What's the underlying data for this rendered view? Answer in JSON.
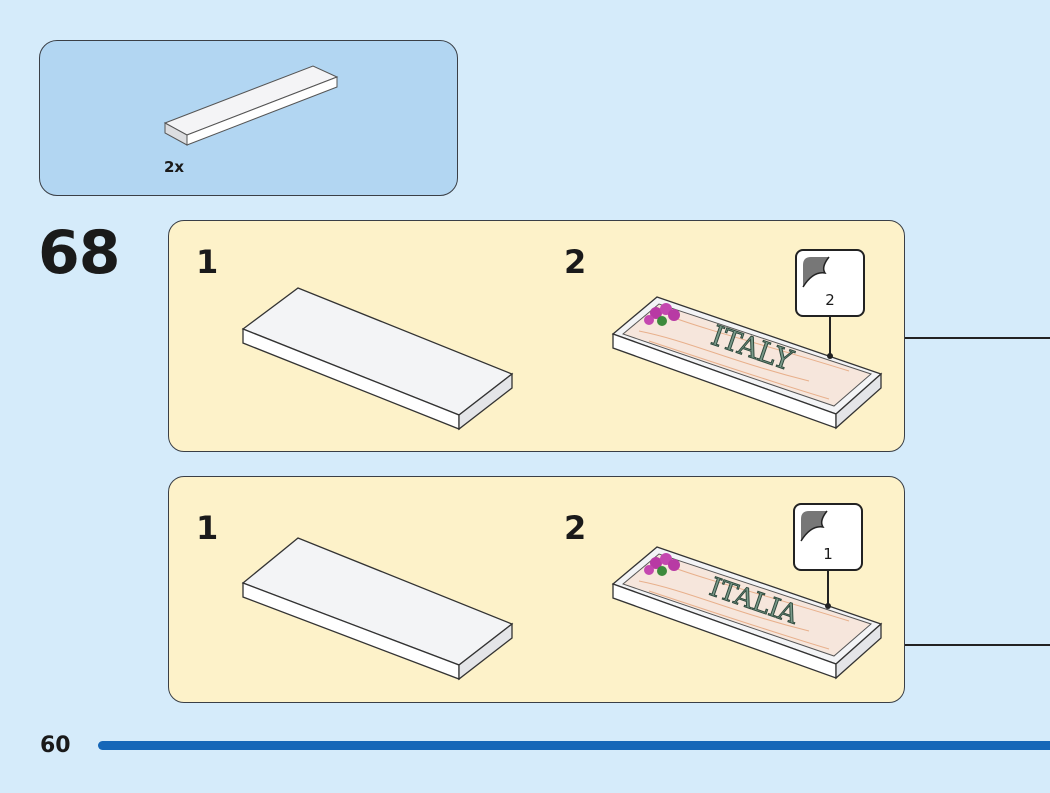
{
  "parts_list": {
    "quantity": "2x"
  },
  "step": {
    "number": "68"
  },
  "panels": [
    {
      "sub1": "1",
      "sub2": "2",
      "sticker_text": "ITALY",
      "sticker_number": "2"
    },
    {
      "sub1": "1",
      "sub2": "2",
      "sticker_text": "ITALIA",
      "sticker_number": "1"
    }
  ],
  "page": {
    "number": "60"
  },
  "colors": {
    "background": "#d5ebfa",
    "parts_box": "#b2d6f2",
    "panel": "#fdf2c9",
    "accent_bar": "#1667b8"
  }
}
